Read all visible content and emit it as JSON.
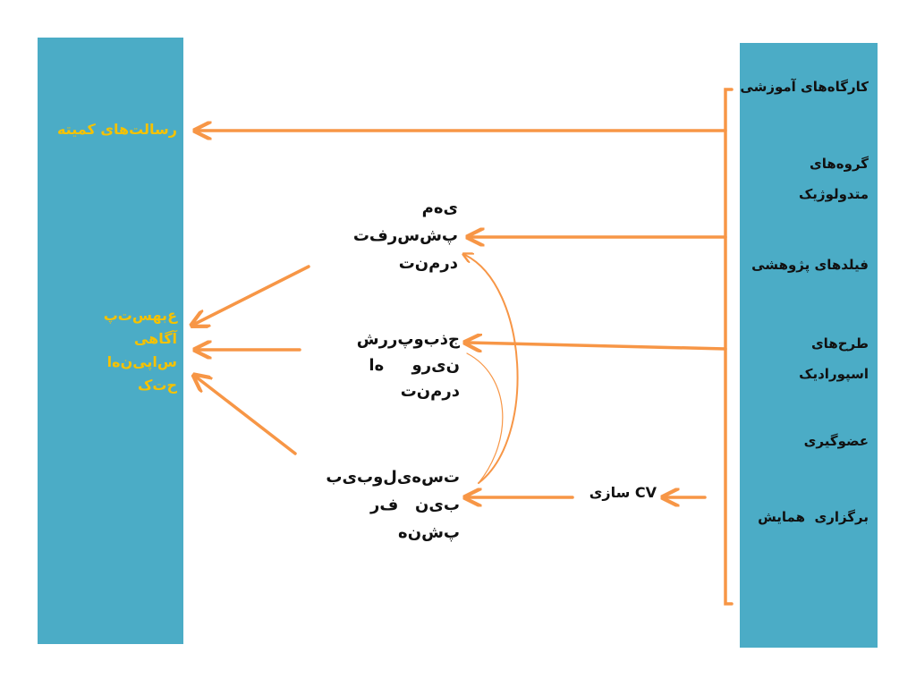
{
  "colors": {
    "panel": "#4bacc6",
    "arrow": "#f79646",
    "gold": "#f6c200",
    "text": "#111111"
  },
  "right_items": [
    "کارگاه‌های آموزشی",
    "گروه‌های\nمتدولوژیک",
    "فیلدهای پژوهشی",
    "طرح‌های\nاسپورادیک",
    "عضوگیری",
    "برگزاری  همایش"
  ],
  "left_title": "رسالت‌های کمیته",
  "left_block": "ع‌بهس‌ت‌پ\nآگاهی\nس‌اپی‌ن‌ه‌ا\nح‌ت‌ک",
  "middle_top": "ی‌ه‌م\nپ‌ش‌س‌ر‌ف‌ت\nد‌ر‌م‌ن‌ت",
  "middle_mid": "ج‌ذ‌ب‌و‌پ‌ر‌ر‌ش\nن‌ی‌ر‌و     ه‌ا\nد‌ر‌م‌ن‌ت",
  "middle_bottom": "ت‌س‌ه‌ی‌ل‌و‌ب‌ی‌ب\nب‌ی‌ن   ف‌ر\nپ‌ش‌ن‌ه",
  "cv_label": "CV سازی"
}
